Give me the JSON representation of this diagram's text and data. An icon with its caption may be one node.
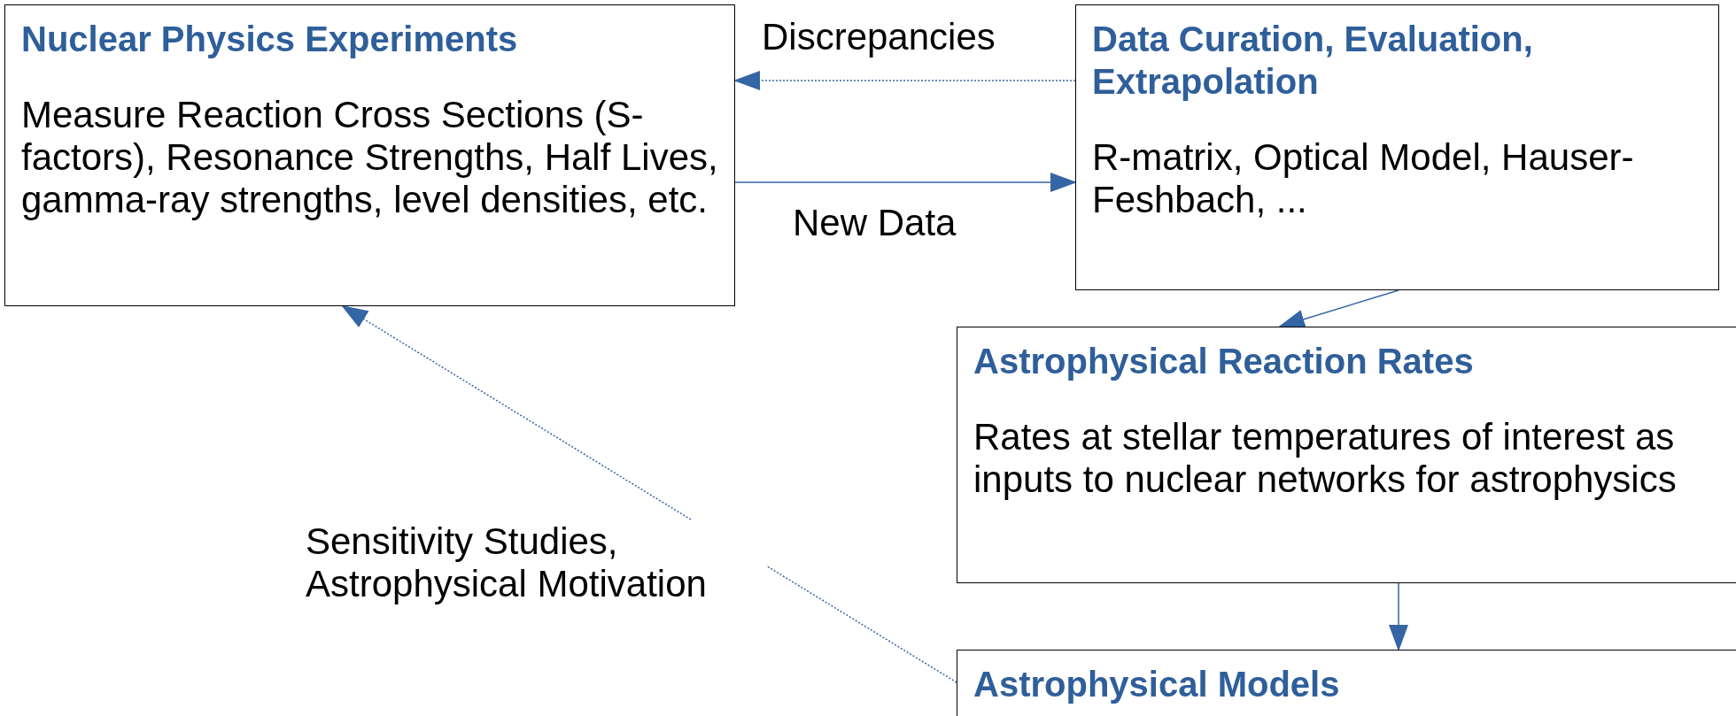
{
  "diagram": {
    "nodes": [
      {
        "text": [
          "Nuclear Physics Experiments",
          "Measure Reaction Cross Sections (S-factors), Resonance Strengths, Half Lives, gamma-ray strengths, level densities, etc."
        ]
      },
      {
        "text": [
          "Data Curation, Evaluation, Extrapolation",
          "R-matrix, Optical Model, Hauser-Feshbach, ..."
        ]
      },
      {
        "text": [
          "Astrophysical Reaction Rates",
          "Rates at stellar temperatures of interest as inputs to nuclear networks for astrophysics"
        ]
      },
      {
        "text": [
          "Astrophysical Models"
        ]
      }
    ],
    "edges": [
      {
        "from": 1,
        "to": 0,
        "arrow": "to",
        "label": "Discrepancies",
        "style": "dashed"
      },
      {
        "from": 0,
        "to": 1,
        "arrow": "to",
        "label": "New Data"
      },
      {
        "from": 1,
        "to": 2,
        "arrow": "to"
      },
      {
        "from": 2,
        "to": 3,
        "arrow": "to"
      },
      {
        "from": 3,
        "to": 0,
        "arrow": "to",
        "label": "Sensitivity Studies, Astrophysical Motivation",
        "style": "dashed"
      }
    ]
  }
}
